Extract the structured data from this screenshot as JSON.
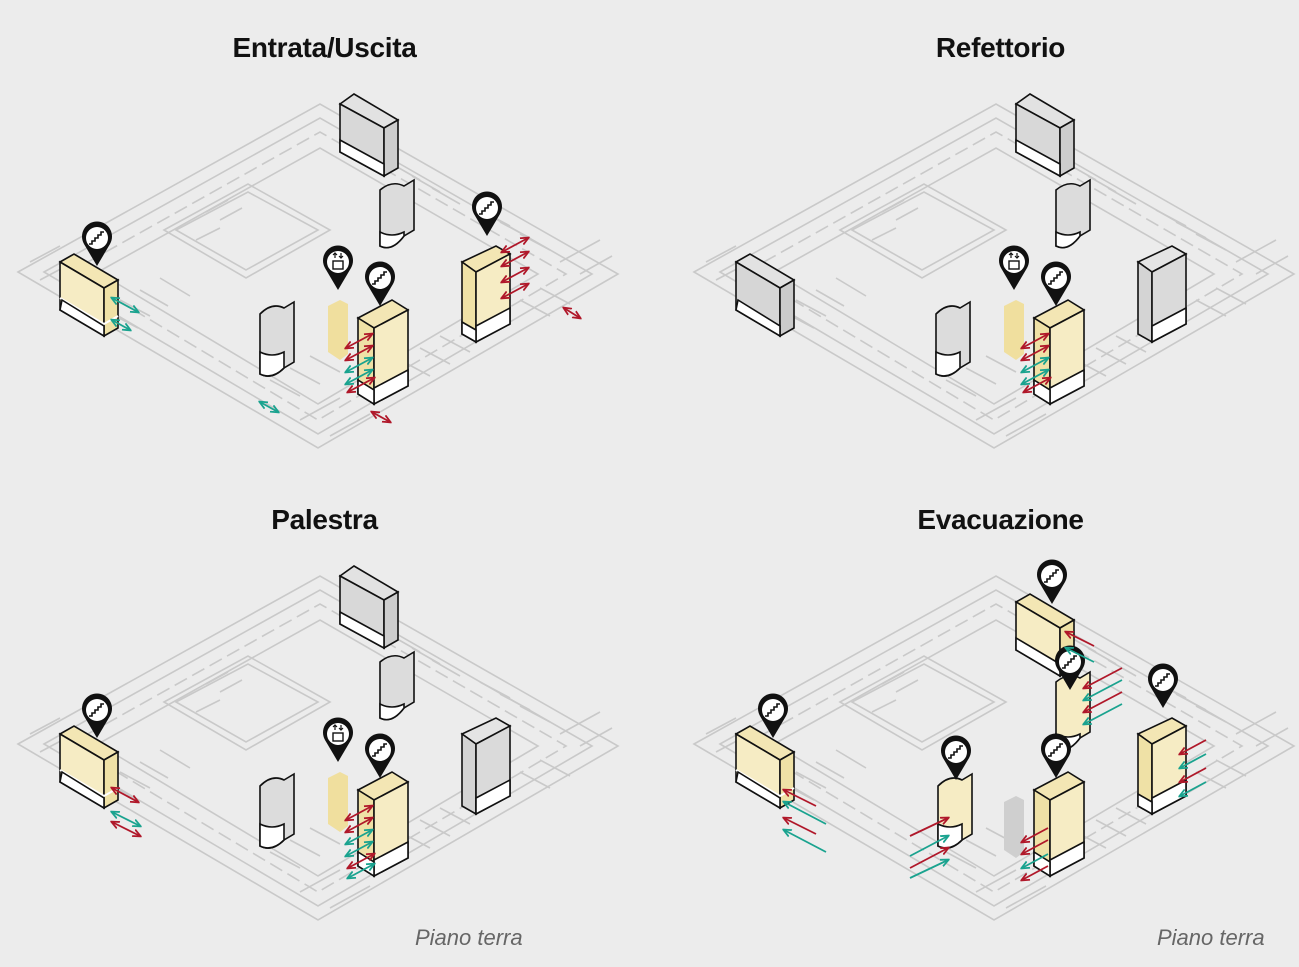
{
  "panels": [
    {
      "title": "Entrata/Uscita",
      "floor_label": ""
    },
    {
      "title": "Refettorio",
      "floor_label": ""
    },
    {
      "title": "Palestra",
      "floor_label": "Piano terra"
    },
    {
      "title": "Evacuazione",
      "floor_label": "Piano terra"
    }
  ],
  "icons": {
    "stairs": "stairs-icon",
    "elevator": "elevator-icon"
  },
  "colors": {
    "background": "#ececec",
    "plan_lines": "#c9c9c9",
    "highlight_fill": "#f6ecc4",
    "inactive_fill": "#d9d9d9",
    "entry_arrow": "#b0182a",
    "exit_arrow": "#1aa38f",
    "outline": "#111111"
  }
}
